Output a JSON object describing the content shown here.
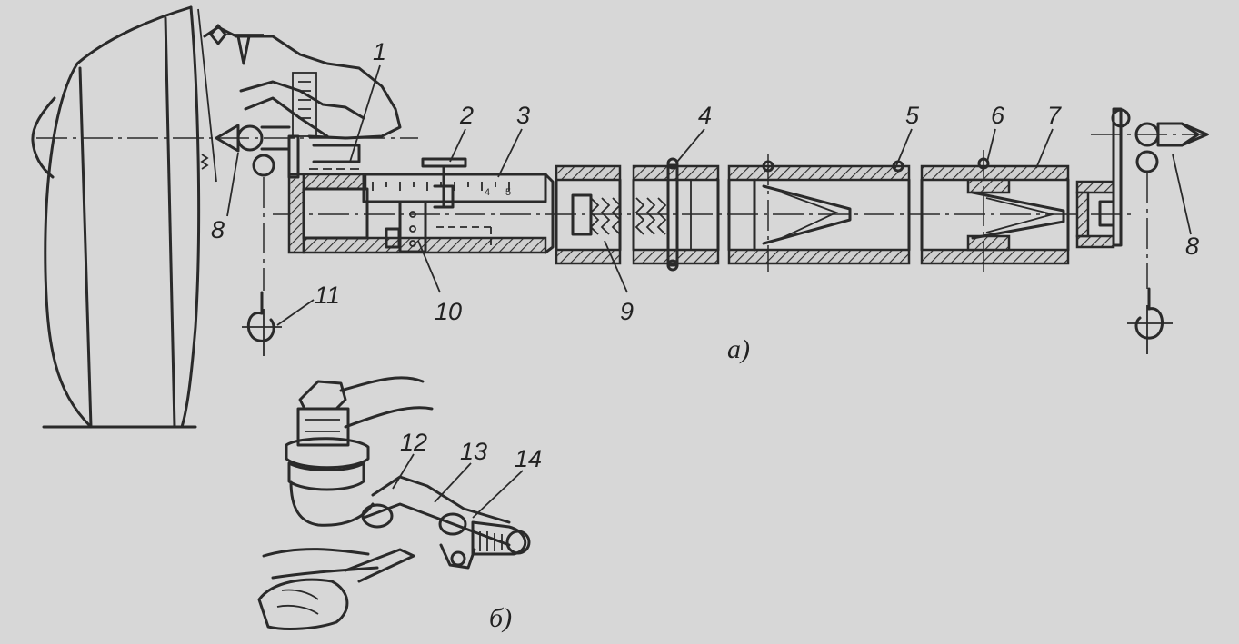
{
  "callouts": {
    "c1": "1",
    "c2": "2",
    "c3": "3",
    "c4": "4",
    "c5": "5",
    "c6": "6",
    "c7": "7",
    "c8_left": "8",
    "c8_right": "8",
    "c9": "9",
    "c10": "10",
    "c11": "11",
    "c12": "12",
    "c13": "13",
    "c14": "14"
  },
  "captions": {
    "a": "а)",
    "b": "б)"
  },
  "scale_marks": {
    "m1": "4",
    "m2": "5"
  },
  "colors": {
    "background": "#d7d7d7",
    "ink": "#2a2a2a"
  }
}
